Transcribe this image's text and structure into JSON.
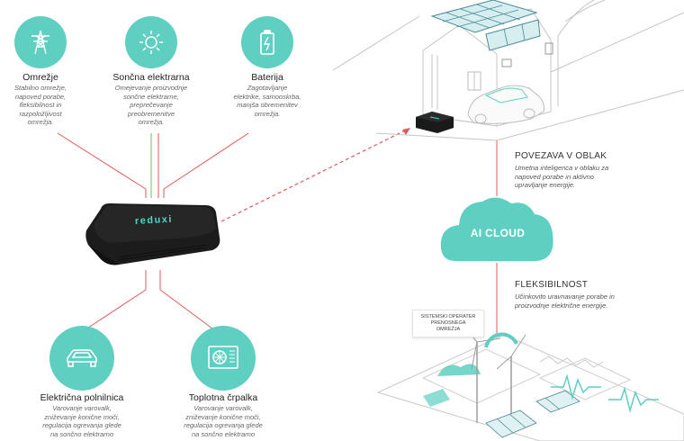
{
  "device": {
    "brand": "reduxi"
  },
  "sources": [
    {
      "title": "Omrežje",
      "desc": [
        "Stabilno omrežje,",
        "napoved porabe,",
        "fleksibilnost in",
        "razpoložljivost",
        "omrežja."
      ],
      "icon": "power-tower-icon"
    },
    {
      "title": "Sončna elektrarna",
      "desc": [
        "Omejevanje proizvodnje",
        "sončne elektrarne,",
        "preprečevanje",
        "preobremenitve",
        "omrežja."
      ],
      "icon": "sun-icon"
    },
    {
      "title": "Baterija",
      "desc": [
        "Zagotavljanje",
        "elektrike, samooskrba,",
        "manjša obremenitev",
        "omrežja."
      ],
      "icon": "battery-icon"
    }
  ],
  "consumers": [
    {
      "title": "Električna polnilnica",
      "desc": [
        "Varovanje varovalk,",
        "zniževanje konične moči,",
        "regulacija ogrevanja glede",
        "na sončno elektrarno"
      ],
      "icon": "car-icon"
    },
    {
      "title": "Toplotna črpalka",
      "desc": [
        "Varovanje varovalk,",
        "zniževanje konične moči,",
        "regulacija ogrevanja glede",
        "na sončno elektrarno"
      ],
      "icon": "heat-pump-icon"
    }
  ],
  "cloud": {
    "title": "POVEZAVA V OBLAK",
    "desc": [
      "Umetna inteligenca v oblaku za",
      "napoved porabe in aktivno",
      "upravljanje energije."
    ],
    "label": "AI CLOUD"
  },
  "flex": {
    "title": "FLEKSIBILNOST",
    "desc": [
      "Učinkovito uravnavanje porabe in",
      "proizvodnje električne energije."
    ]
  },
  "tso": [
    "SISTEMSKI OPERATER",
    "PRENOSNEGA",
    "OMREŽJA"
  ],
  "colors": {
    "teal": "#5ecfc0",
    "red_line": "#e05a5a",
    "green_line": "#6cbf5a",
    "device": "#1a1a1a",
    "device_text": "#4fd6c4",
    "sketch": "#bdbdbd"
  }
}
